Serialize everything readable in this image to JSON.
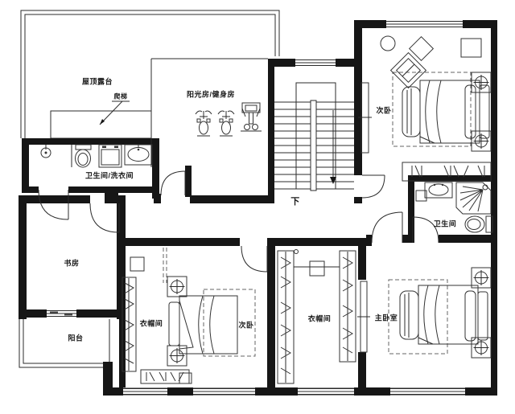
{
  "diagram": {
    "type": "floor-plan",
    "labels": {
      "roof_terrace": "屋顶露台",
      "ladder": "爬梯",
      "sunroom_gym": "阳光房/健身房",
      "bath_laundry": "卫生间/洗衣间",
      "bedroom_top": "次卧",
      "stairs_down": "下",
      "study": "书房",
      "balcony": "阳台",
      "closet_left": "衣帽间",
      "bedroom_bottom": "次卧",
      "closet_master": "衣帽间",
      "master_bedroom": "主卧室",
      "bathroom_right": "卫生间"
    },
    "colors": {
      "wall": "#161616",
      "line": "#2b2b2b",
      "background": "#ffffff"
    }
  }
}
